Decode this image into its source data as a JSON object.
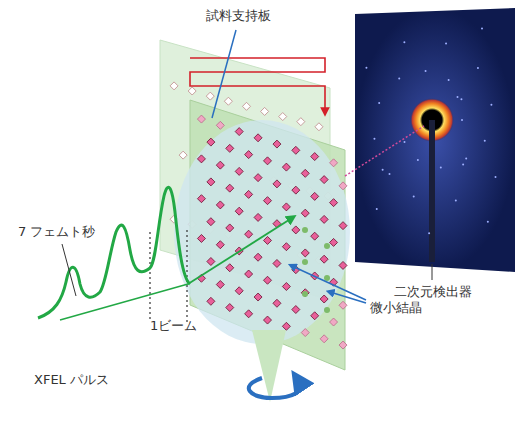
{
  "diagram": {
    "labels": [
      "試料支持板",
      "7 フェムト秒",
      "1ビーム",
      "XFEL パルス",
      "二次元検出器",
      "微小結晶"
    ]
  }
}
